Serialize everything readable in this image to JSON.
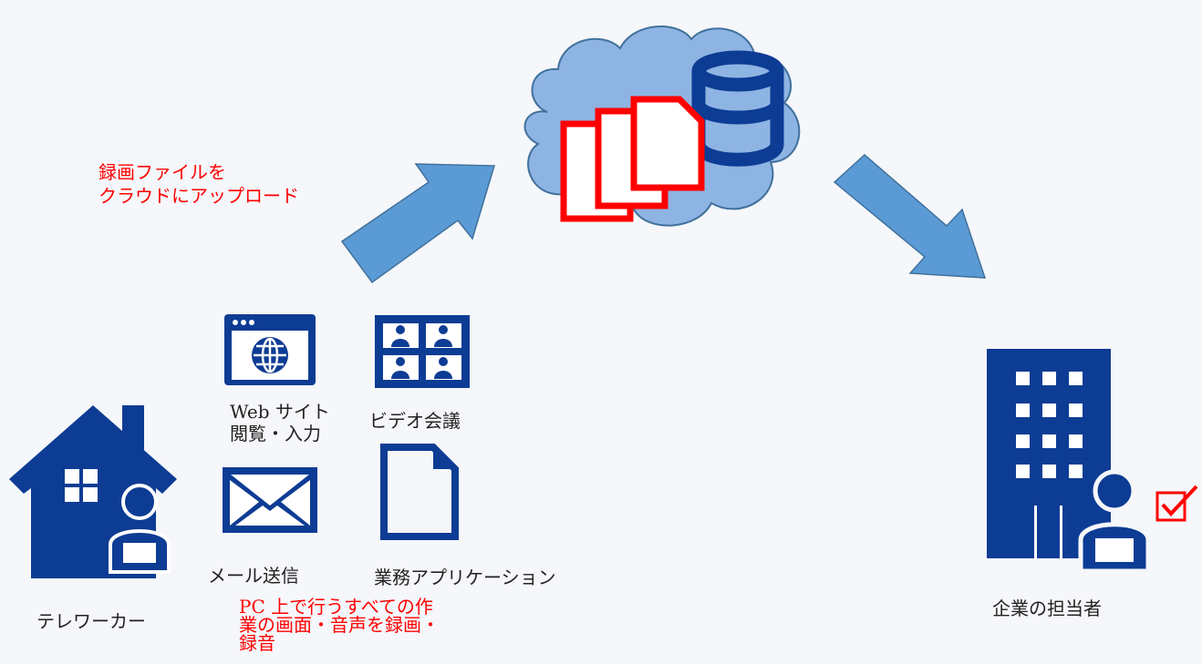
{
  "colors": {
    "icon_blue": "#0d3c94",
    "arrow_blue": "#5b9bd5",
    "arrow_edge": "#41719c",
    "cloud_fill": "#8eb4e3",
    "cloud_edge": "#41719c",
    "accent_red": "#ff0000",
    "background": "#f5f7fa"
  },
  "labels": {
    "upload": [
      "録画ファイルを",
      "クラウドにアップロード"
    ],
    "web": [
      "Web サイト",
      "閲覧・入力"
    ],
    "video": "ビデオ会議",
    "mail": "メール送信",
    "app": "業務アプリケーション",
    "teleworker": "テレワーカー",
    "recording": [
      "PC 上で行うすべての作",
      "業の画面・音声を録画・",
      "録音"
    ],
    "manager": "企業の担当者"
  },
  "icons": {
    "cloud": "cloud-storage-icon",
    "database": "database-icon",
    "files": "document-stack-icon",
    "browser": "web-browser-icon",
    "video": "video-conference-icon",
    "mail": "envelope-icon",
    "document": "document-icon",
    "home": "house-icon",
    "worker": "person-laptop-icon",
    "office": "office-building-icon",
    "check": "checkbox-check-icon"
  }
}
